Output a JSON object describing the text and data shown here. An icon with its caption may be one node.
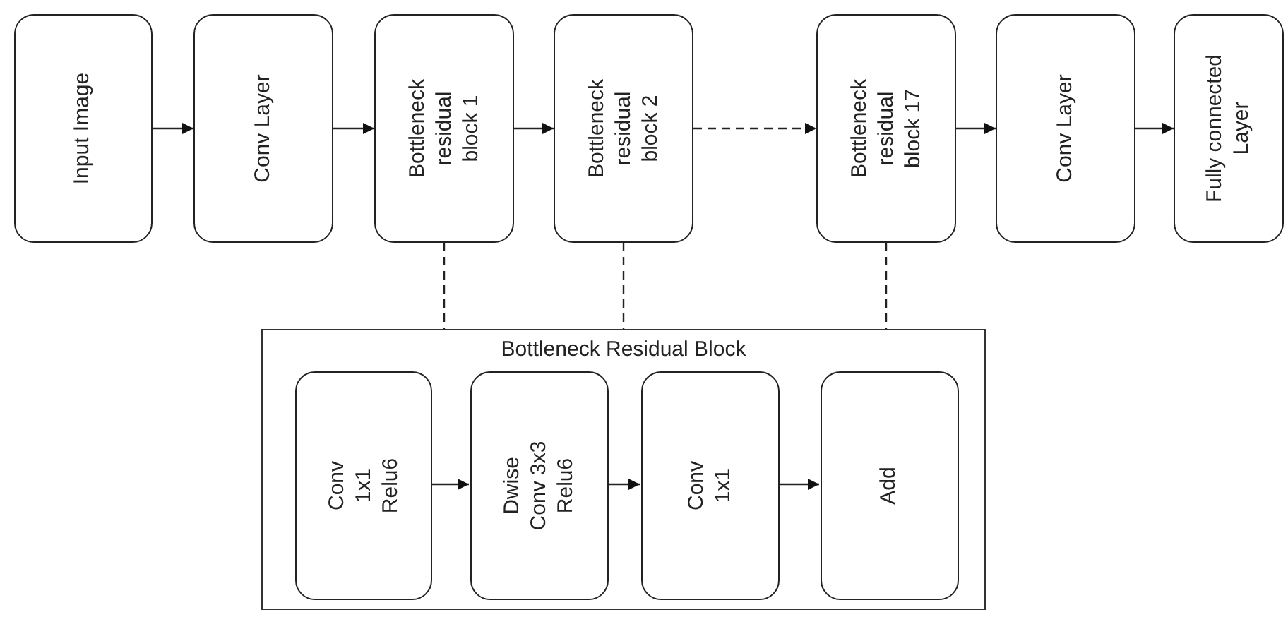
{
  "diagram": {
    "nodes": [
      {
        "text": [
          "Input Image"
        ]
      },
      {
        "text": [
          "Conv Layer"
        ]
      },
      {
        "text": [
          "Bottleneck residual block 1"
        ]
      },
      {
        "text": [
          "Bottleneck residual block 2"
        ]
      },
      {
        "text": [
          "Bottleneck residual block 17"
        ]
      },
      {
        "text": [
          "Conv Layer"
        ]
      },
      {
        "text": [
          "Fully connected Layer"
        ]
      },
      {
        "text": [
          "Bottleneck Residual Block"
        ]
      },
      {
        "text": [
          "Conv 1x1 Relu6"
        ],
        "in": 7
      },
      {
        "text": [
          "Dwise Conv 3x3 Relu6"
        ],
        "in": 7
      },
      {
        "text": [
          "Conv 1x1"
        ],
        "in": 7
      },
      {
        "text": [
          "Add"
        ],
        "in": 7
      }
    ],
    "edges": [
      {
        "from": 0,
        "to": 1,
        "arrow": "to"
      },
      {
        "from": 1,
        "to": 2,
        "arrow": "to"
      },
      {
        "from": 2,
        "to": 3,
        "arrow": "to"
      },
      {
        "from": 3,
        "to": 4,
        "arrow": "to",
        "style": "dashed"
      },
      {
        "from": 4,
        "to": 5,
        "arrow": "to"
      },
      {
        "from": 5,
        "to": 6,
        "arrow": "to"
      },
      {
        "from": 2,
        "to": 7,
        "arrow": "none",
        "style": "dashed"
      },
      {
        "from": 3,
        "to": 7,
        "arrow": "none",
        "style": "dashed"
      },
      {
        "from": 4,
        "to": 7,
        "arrow": "none",
        "style": "dashed"
      },
      {
        "from": 8,
        "to": 9,
        "arrow": "to"
      },
      {
        "from": 9,
        "to": 10,
        "arrow": "to"
      },
      {
        "from": 10,
        "to": 11,
        "arrow": "to"
      }
    ]
  }
}
